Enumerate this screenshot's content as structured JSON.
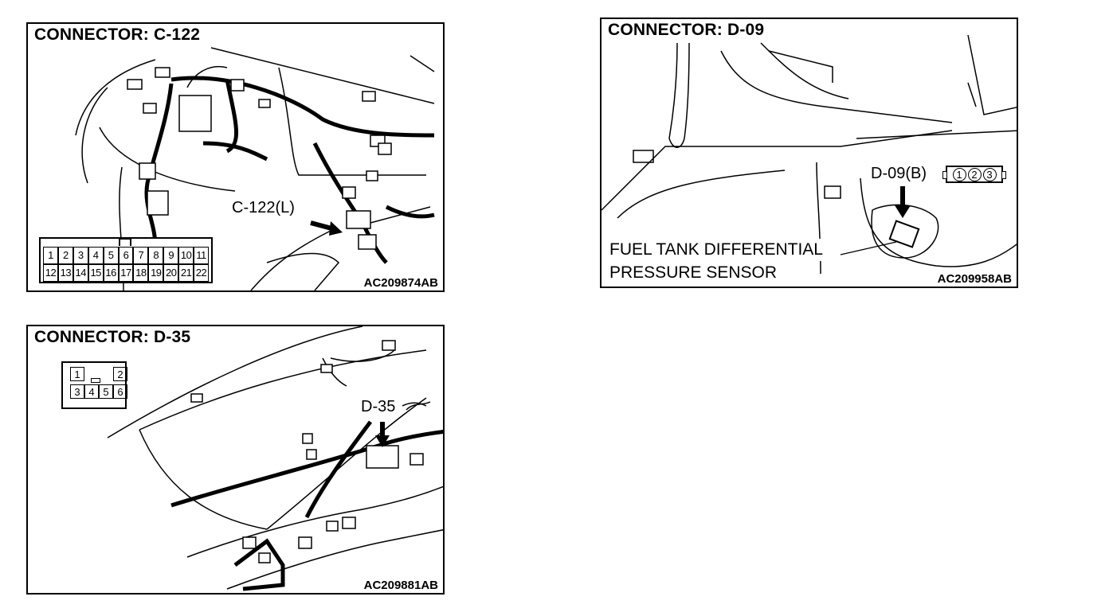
{
  "panels": {
    "c122": {
      "title": "CONNECTOR: C-122",
      "callout": "C-122(L)",
      "code": "AC209874AB",
      "pins_row1": [
        "1",
        "2",
        "3",
        "4",
        "5",
        "6",
        "7",
        "8",
        "9",
        "10",
        "11"
      ],
      "pins_row2": [
        "12",
        "13",
        "14",
        "15",
        "16",
        "17",
        "18",
        "19",
        "20",
        "21",
        "22"
      ]
    },
    "d35": {
      "title": "CONNECTOR: D-35",
      "callout": "D-35",
      "code": "AC209881AB",
      "pins": [
        "1",
        "2",
        "3",
        "4",
        "5",
        "6"
      ]
    },
    "d09": {
      "title": "CONNECTOR: D-09",
      "callout": "D-09(B)",
      "caption_line1": "FUEL TANK DIFFERENTIAL",
      "caption_line2": "PRESSURE SENSOR",
      "code": "AC209958AB",
      "pins": [
        "1",
        "2",
        "3"
      ]
    }
  }
}
